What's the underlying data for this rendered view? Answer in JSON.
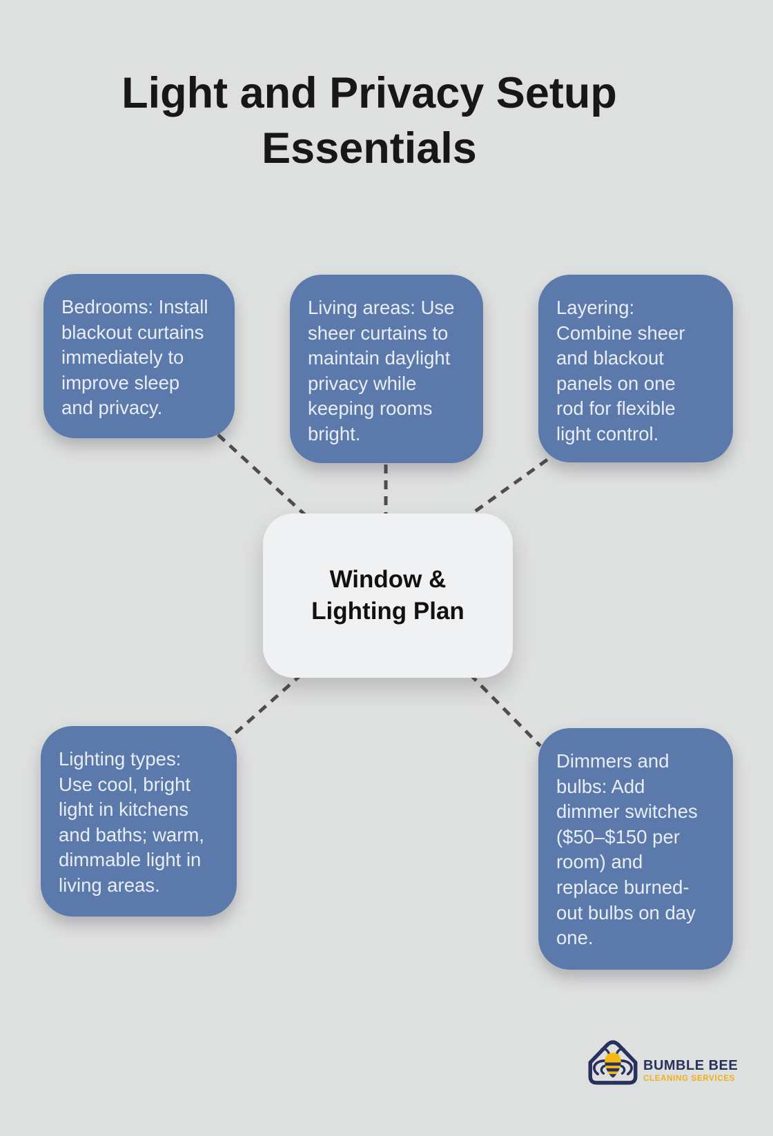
{
  "header": {
    "title_line1": "Light and Privacy Setup",
    "title_line2": "Essentials"
  },
  "diagram": {
    "center": {
      "line1": "Window &",
      "line2": "Lighting Plan"
    },
    "nodes": [
      {
        "id": "bedrooms",
        "text": "Bedrooms: Install blackout curtains immediately to improve sleep and privacy."
      },
      {
        "id": "living-areas",
        "text": "Living areas: Use sheer curtains to maintain daylight privacy while keeping rooms bright."
      },
      {
        "id": "layering",
        "text": "Layering: Combine sheer and blackout panels on one rod for flexible light control."
      },
      {
        "id": "lighting-types",
        "text": "Lighting types: Use cool, bright light in kitchens and baths; warm, dimmable light in living areas."
      },
      {
        "id": "dimmers-bulbs",
        "text": "Dimmers and bulbs: Add dimmer switches ($50–$150 per room) and replace burned-out bulbs on day one."
      }
    ]
  },
  "branding": {
    "name": "BUMBLE BEE",
    "tagline": "CLEANING SERVICES"
  },
  "colors": {
    "background": "#dedfdf",
    "node_blue": "#5b79ab",
    "node_text": "#e9eef6",
    "center_bg": "#f0f1f2",
    "center_text": "#111111",
    "connector_gray": "#4d4d4d",
    "title_black": "#171717",
    "brand_navy": "#28305e",
    "brand_gold": "#efb112"
  }
}
